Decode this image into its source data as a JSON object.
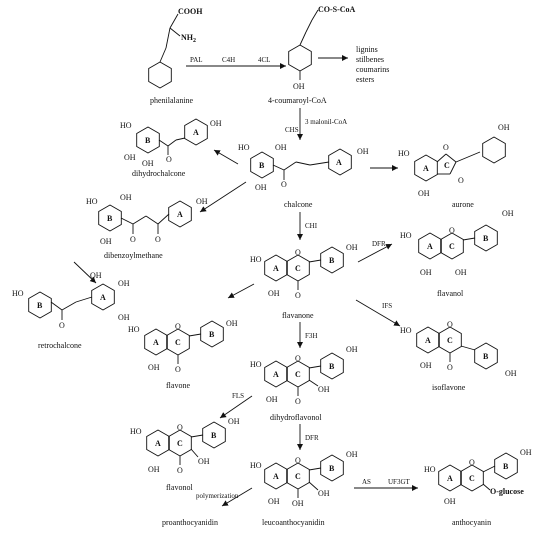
{
  "atoms": {
    "cooh": "COOH",
    "nh2": "NH",
    "nh2_sub": "2",
    "co_s_coa": "CO-S-CoA",
    "ho": "HO",
    "oh": "OH",
    "o": "O",
    "o_glucose": "O-glucose"
  },
  "rings": {
    "a": "A",
    "b": "B",
    "c": "C"
  },
  "enzymes": {
    "pal": "PAL",
    "c4h": "C4H",
    "fourcl": "4CL",
    "chs": "CHS",
    "malonyl": "3 malonil-CoA",
    "chi": "CHI",
    "dfr1": "DFR",
    "ifs": "IFS",
    "f3h": "F3H",
    "fls": "FLS",
    "dfr2": "DFR",
    "as": "AS",
    "uf3gt": "UF3GT",
    "polymerization": "polymerization"
  },
  "compounds": {
    "phenilalanine": "phenilalanine",
    "coumaroyl": "4-coumaroyl-CoA",
    "other_products": [
      "lignins",
      "stilbenes",
      "coumarins",
      "esters"
    ],
    "dihydrochalcone": "dihydrochalcone",
    "chalcone": "chalcone",
    "aurone": "aurone",
    "dibenzoylmethane": "dibenzoylmethane",
    "flavanol_top": "flavanol",
    "flavanone": "flavanone",
    "retrochalcone": "retrochalcone",
    "flavone": "flavone",
    "isoflavone": "isoflavone",
    "dihydroflavonol": "dihydroflavonol",
    "flavonol": "flavonol",
    "leucoanthocyanidin": "leucoanthocyanidin",
    "proanthocyanidin": "proanthocyanidin",
    "anthocyanin": "anthocyanin"
  }
}
